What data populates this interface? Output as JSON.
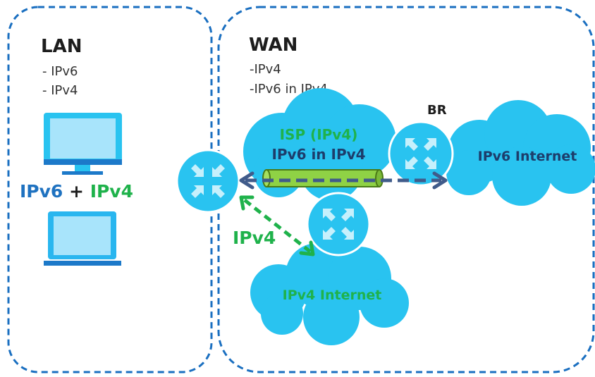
{
  "lan": {
    "title": "LAN",
    "protocols": [
      "- IPv6",
      "- IPv4"
    ],
    "devices_label": {
      "part1": "IPv6",
      "plus": " + ",
      "part2": "IPv4"
    }
  },
  "wan": {
    "title": "WAN",
    "protocols": [
      "-IPv4",
      "-IPv6 in IPv4"
    ]
  },
  "clouds": {
    "isp_label_line1": "ISP (IPv4)",
    "isp_label_line2": "IPv6 in IPv4",
    "ipv6_internet": "IPv6 Internet",
    "ipv4_internet": "IPv4 Internet"
  },
  "br_label": "BR",
  "ipv4_link_label": "IPv4",
  "colors": {
    "box_border": "#1a6fc0",
    "cloud": "#29c3f0",
    "router": "#29c3f0",
    "router_arrow": "#c6f0fc",
    "monitor": "#29c3f0",
    "monitor_base": "#1c79c9",
    "laptop_screen": "#a8e4fb",
    "laptop_frame": "#29b6ef",
    "laptop_base": "#1c79c9",
    "tunnel": "#8fd245",
    "tunnel_border": "#4a7a16",
    "dashed_blue": "#405b8a",
    "green": "#1fb24b",
    "ipv6_blue": "#1f72c0",
    "dark_text": "#1d3d6b"
  },
  "icons": [
    "monitor-icon",
    "laptop-icon",
    "router-icon"
  ]
}
